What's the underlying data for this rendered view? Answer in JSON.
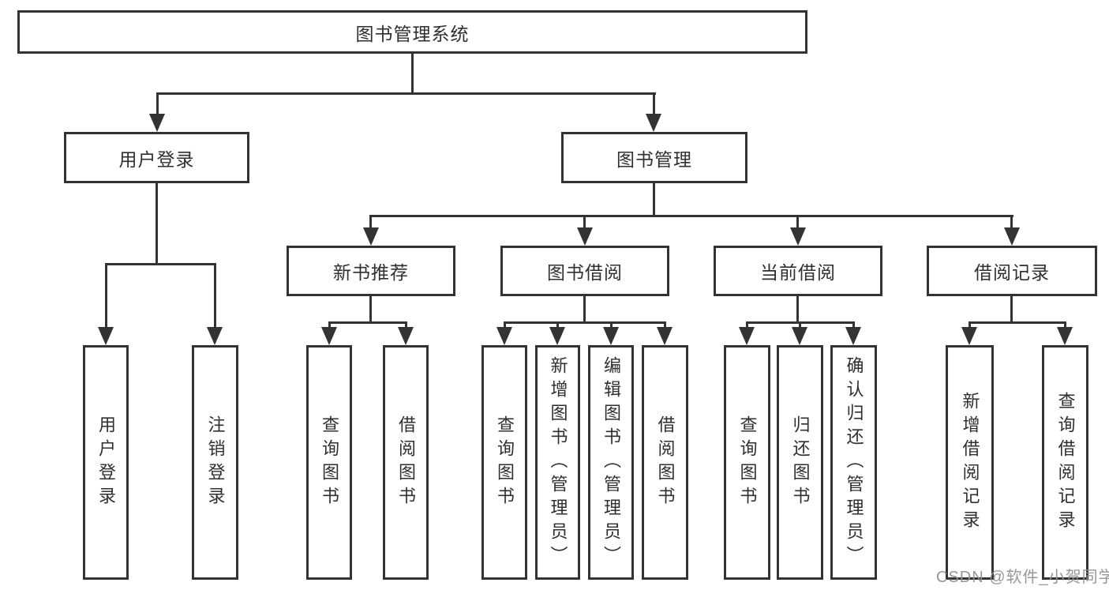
{
  "diagram_type": "tree-structure-chart",
  "tree": {
    "label": "图书管理系统",
    "children": [
      {
        "label": "用户登录",
        "children": [
          {
            "label": "用户登录"
          },
          {
            "label": "注销登录"
          }
        ]
      },
      {
        "label": "图书管理",
        "children": [
          {
            "label": "新书推荐",
            "children": [
              {
                "label": "查询图书"
              },
              {
                "label": "借阅图书"
              }
            ]
          },
          {
            "label": "图书借阅",
            "children": [
              {
                "label": "查询图书"
              },
              {
                "label": "新增图书（管理员）"
              },
              {
                "label": "编辑图书（管理员）"
              },
              {
                "label": "借阅图书"
              }
            ]
          },
          {
            "label": "当前借阅",
            "children": [
              {
                "label": "查询图书"
              },
              {
                "label": "归还图书"
              },
              {
                "label": "确认归还（管理员）"
              }
            ]
          },
          {
            "label": "借阅记录",
            "children": [
              {
                "label": "新增借阅记录"
              },
              {
                "label": "查询借阅记录"
              }
            ]
          }
        ]
      }
    ]
  },
  "watermark": "CSDN @软件_小贺同学",
  "colors": {
    "line": "#333333",
    "text": "#2f2f2f",
    "box_background": "#ffffff",
    "page_background": "#ffffff",
    "watermark": "#919191"
  }
}
